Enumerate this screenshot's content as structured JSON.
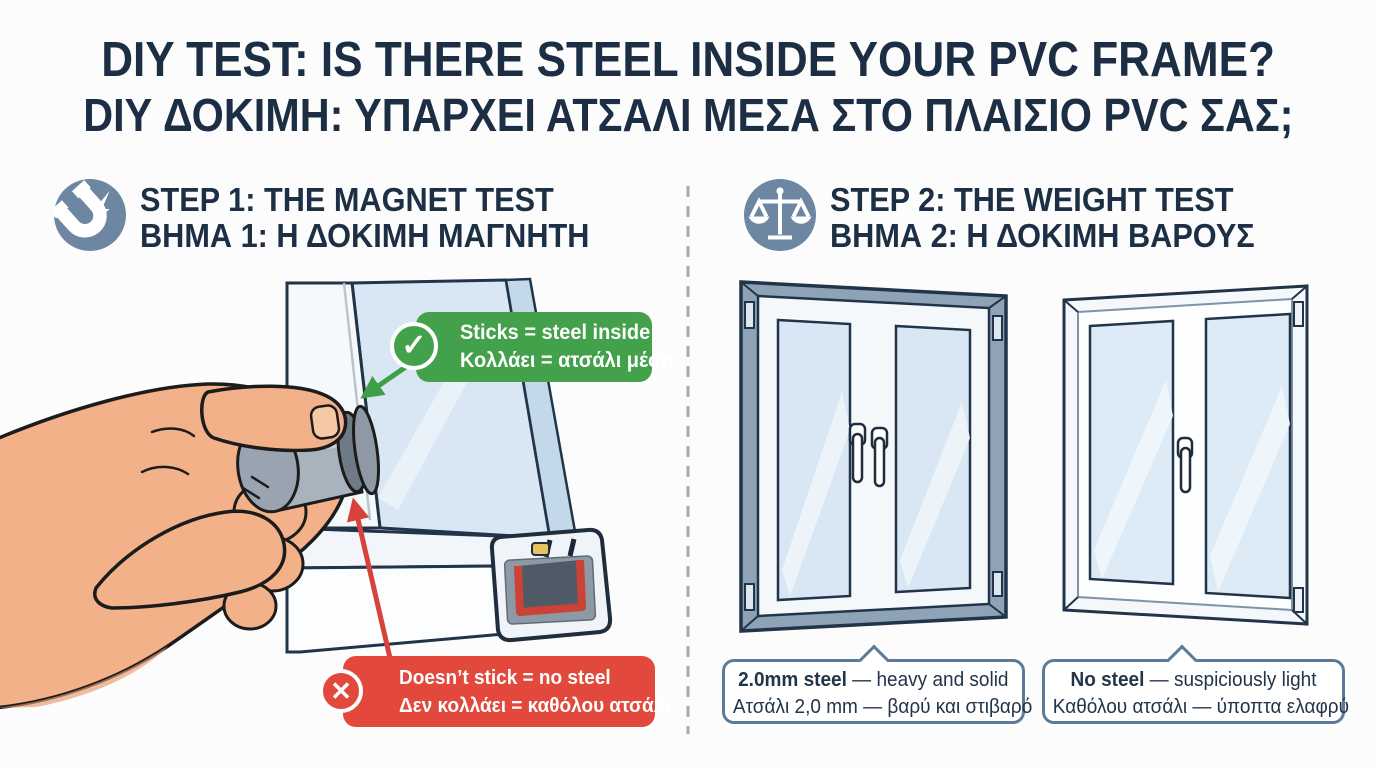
{
  "title": {
    "line1": "DIY TEST: IS THERE STEEL INSIDE YOUR PVC FRAME?",
    "line2": "DIY ΔΟΚΙΜΗ: ΥΠΑΡΧΕΙ ΑΤΣΑΛΙ ΜΕΣΑ ΣΤΟ ΠΛΑΙΣΙΟ PVC ΣΑΣ;"
  },
  "step1": {
    "icon": "magnet-icon",
    "heading_en": "STEP 1: THE MAGNET TEST",
    "heading_el": "ΒΗΜΑ 1: Η ΔΟΚΙΜΗ ΜΑΓΝΗΤΗ",
    "positive": {
      "icon": "check-icon",
      "glyph": "✓",
      "en": "Sticks = steel inside",
      "el": "Κολλάει = ατσάλι μέσα",
      "color": "#44a14b"
    },
    "negative": {
      "icon": "x-icon",
      "glyph": "✕",
      "en": "Doesn’t stick = no steel",
      "el": "Δεν κολλάει = καθόλου ατσάλι",
      "color": "#e2483c"
    }
  },
  "step2": {
    "icon": "scale-icon",
    "heading_en": "STEP 2: THE WEIGHT TEST",
    "heading_el": "ΒΗΜΑ 2: Η ΔΟΚΙΜΗ ΒΑΡΟΥΣ",
    "left_label": {
      "bold": "2.0mm steel",
      "rest": " — heavy and solid",
      "el": "Ατσάλι 2,0 mm — βαρύ και στιβαρό"
    },
    "right_label": {
      "bold": "No steel",
      "rest": " — suspiciously light",
      "el": "Καθόλου ατσάλι — ύποπτα ελαφρύ"
    }
  },
  "colors": {
    "background": "#fcfcfc",
    "heading_navy": "#1b2e44",
    "icon_circle_slate": "#6d87a3",
    "positive_green": "#44a14b",
    "negative_red": "#e2483c",
    "label_border_slate": "#5c7b99",
    "steel_reinforcement_red": "#cb4237",
    "glass_blue": "#d8e7f3",
    "frame_slate": "#8fa3b6"
  }
}
